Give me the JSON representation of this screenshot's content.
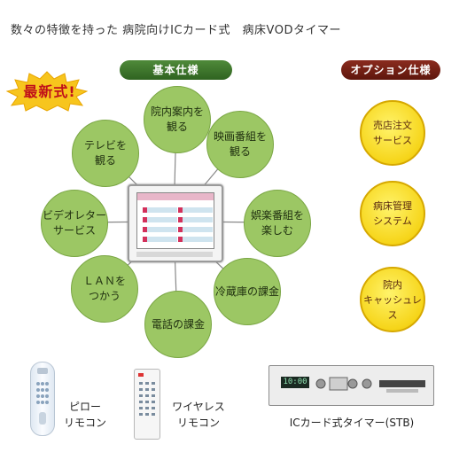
{
  "title": "数々の特徴を持った 病院向けICカード式　病床VODタイマー",
  "badge": "最新式!",
  "sections": {
    "basic": "基本仕様",
    "option": "オプション仕様"
  },
  "features": [
    "院内案内を\n観る",
    "映画番組を\n観る",
    "娯楽番組を\n楽しむ",
    "冷蔵庫の課金",
    "電話の課金",
    "ＬＡＮを\nつかう",
    "ビデオレター\nサービス",
    "テレビを\n観る"
  ],
  "options": [
    "売店注文\nサービス",
    "病床管理\nシステム",
    "院内\nキャッシュレス"
  ],
  "devices": {
    "pillow_remote": "ピロー\nリモコン",
    "wireless_remote": "ワイヤレス\nリモコン",
    "stb": "ICカード式タイマー(STB)",
    "stb_display": "10:00"
  },
  "colors": {
    "basic_accent": "#3d7a2b",
    "option_accent": "#7a2215",
    "feature_fill": "#9cc764",
    "option_fill": "#f6d51a",
    "badge": "#f7c51d"
  }
}
